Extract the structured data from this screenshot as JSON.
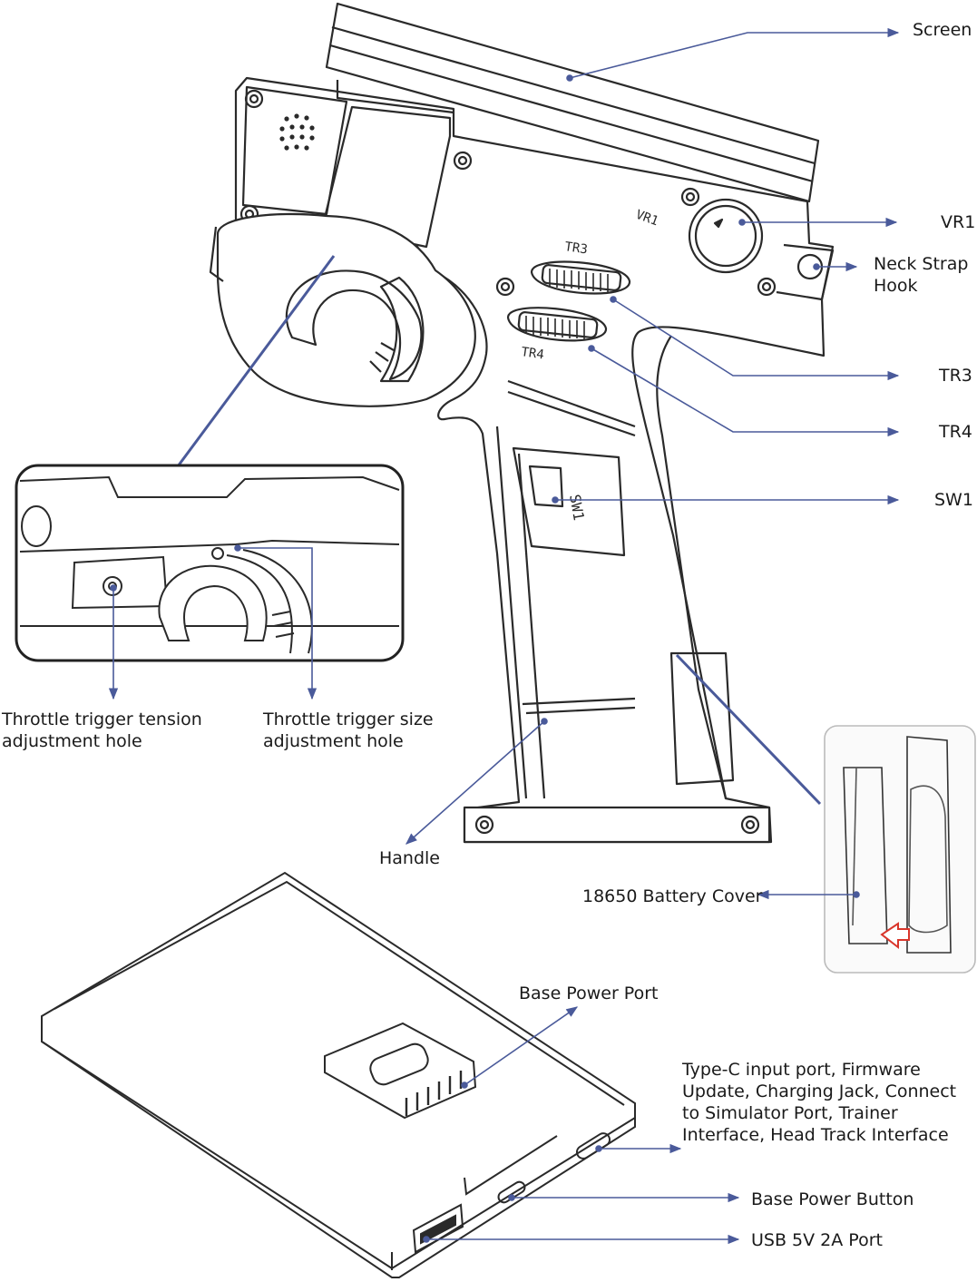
{
  "labels": {
    "screen": "Screen",
    "vr1": "VR1",
    "neck_strap_hook": "Neck Strap Hook",
    "tr3": "TR3",
    "tr4": "TR4",
    "sw1": "SW1",
    "throttle_tension": "Throttle trigger tension adjustment hole",
    "throttle_size": "Throttle trigger size adjustment hole",
    "handle": "Handle",
    "battery_cover": "18650 Battery Cover",
    "base_power_port": "Base Power Port",
    "typec": "Type-C input port,  Firmware Update,  Charging Jack, Connect to Simulator Port,  Trainer Interface, Head Track Interface",
    "base_power_button": "Base Power Button",
    "usb_port": "USB 5V 2A  Port"
  },
  "device_markings": {
    "vr": "VR1",
    "tr_upper": "TR3",
    "tr_lower": "TR4",
    "sw": "SW1"
  },
  "colors": {
    "leader": "#4a5a9a",
    "outline": "#2a2a2a",
    "text": "#1a1a1a",
    "arrow_red": "#d9362b"
  }
}
